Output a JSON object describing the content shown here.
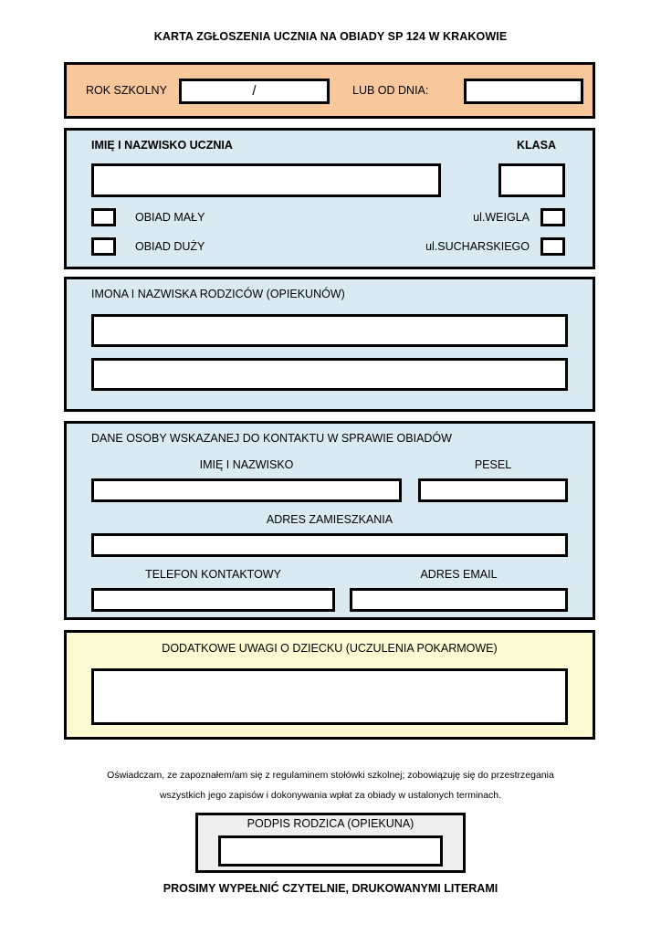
{
  "document": {
    "title": "KARTA ZGŁOSZENIA UCZNIA NA OBIADY SP 124 W KRAKOWIE",
    "footer_note": "PROSIMY WYPEŁNIĆ CZYTELNIE, DRUKOWANYMI LITERAMI"
  },
  "colors": {
    "section_orange": "#F8C79B",
    "section_blue": "#D9EAF2",
    "section_yellow": "#FCFAD2",
    "signature_fill": "#EFEFEF",
    "border": "#000000"
  },
  "school_year_section": {
    "year_label": "ROK SZKOLNY",
    "year_value": "/",
    "from_date_label": "LUB OD DNIA:",
    "from_date_value": ""
  },
  "student_section": {
    "name_label": "IMIĘ I NAZWISKO UCZNIA",
    "name_value": "",
    "class_label": "KLASA",
    "class_value": "",
    "meal_options": [
      {
        "label": "OBIAD MAŁY",
        "checked": false
      },
      {
        "label": "OBIAD DUŻY",
        "checked": false
      }
    ],
    "location_options": [
      {
        "label": "ul.WEIGLA",
        "checked": false
      },
      {
        "label": "ul.SUCHARSKIEGO",
        "checked": false
      }
    ]
  },
  "parents_section": {
    "label": "IMONA I NAZWISKA RODZICÓW (OPIEKUNÓW)",
    "parent_1_value": "",
    "parent_2_value": ""
  },
  "contact_section": {
    "heading": "DANE OSOBY WSKAZANEJ DO KONTAKTU W SPRAWIE OBIADÓW",
    "name_label": "IMIĘ I NAZWISKO",
    "name_value": "",
    "pesel_label": "PESEL",
    "pesel_value": "",
    "address_label": "ADRES ZAMIESZKANIA",
    "address_value": "",
    "phone_label": "TELEFON KONTAKTOWY",
    "phone_value": "",
    "email_label": "ADRES EMAIL",
    "email_value": ""
  },
  "notes_section": {
    "label": "DODATKOWE UWAGI O DZIECKU (UCZULENIA POKARMOWE)",
    "value": ""
  },
  "declaration": {
    "line_1": "Oświadczam, ze zapoznałem/am się z regulaminem stołówki szkolnej; zobowiązuję się do przestrzegania",
    "line_2": "wszystkich jego zapisów i dokonywania wpłat za obiady w ustalonych terminach."
  },
  "signature_section": {
    "label": "PODPIS RODZICA (OPIEKUNA)",
    "value": ""
  }
}
